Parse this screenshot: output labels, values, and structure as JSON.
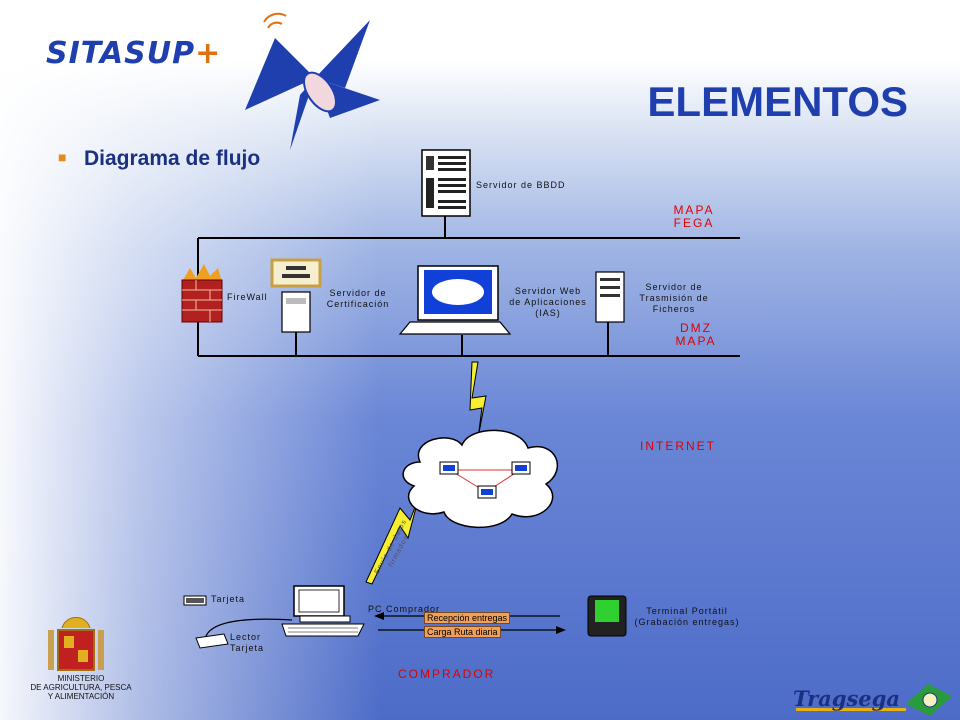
{
  "header": {
    "brand_main": "SITASUP",
    "brand_plus": "+",
    "title": "ELEMENTOS"
  },
  "bullet": {
    "text": "Diagrama de flujo"
  },
  "nodes": {
    "db_server": "Servidor de BBDD",
    "firewall": "FireWall",
    "cert_server": [
      "Servidor de",
      "Certificación"
    ],
    "web_server": [
      "Servidor Web",
      "de Aplicaciones",
      "(IAS)"
    ],
    "file_server": [
      "Servidor de",
      "Trasmisión de",
      "Ficheros"
    ],
    "card": "Tarjeta",
    "reader": [
      "Lector",
      "Tarjeta"
    ],
    "pc": "PC Comprador",
    "terminal": [
      "Terminal Portátil",
      "(Grabación entregas)"
    ]
  },
  "zones": {
    "mapa_fega": [
      "MAPA",
      "FEGA"
    ],
    "dmz_mapa": [
      "DMZ",
      "MAPA"
    ],
    "internet": "INTERNET",
    "comprador": "COMPRADOR"
  },
  "messages": {
    "recepcion": "Recepción entregas",
    "carga": "Carga Ruta diaria",
    "envio": [
      "Envío de datos",
      "firmados"
    ]
  },
  "footer": {
    "ministry": [
      "MINISTERIO",
      "DE AGRICULTURA, PESCA",
      "Y ALIMENTACIÓN"
    ],
    "brand": "Tragsega"
  },
  "colors": {
    "title": "#1f3fae",
    "zone_label": "#e00000",
    "message_bg": "#f0a05a",
    "accent": "#e88a1a"
  }
}
